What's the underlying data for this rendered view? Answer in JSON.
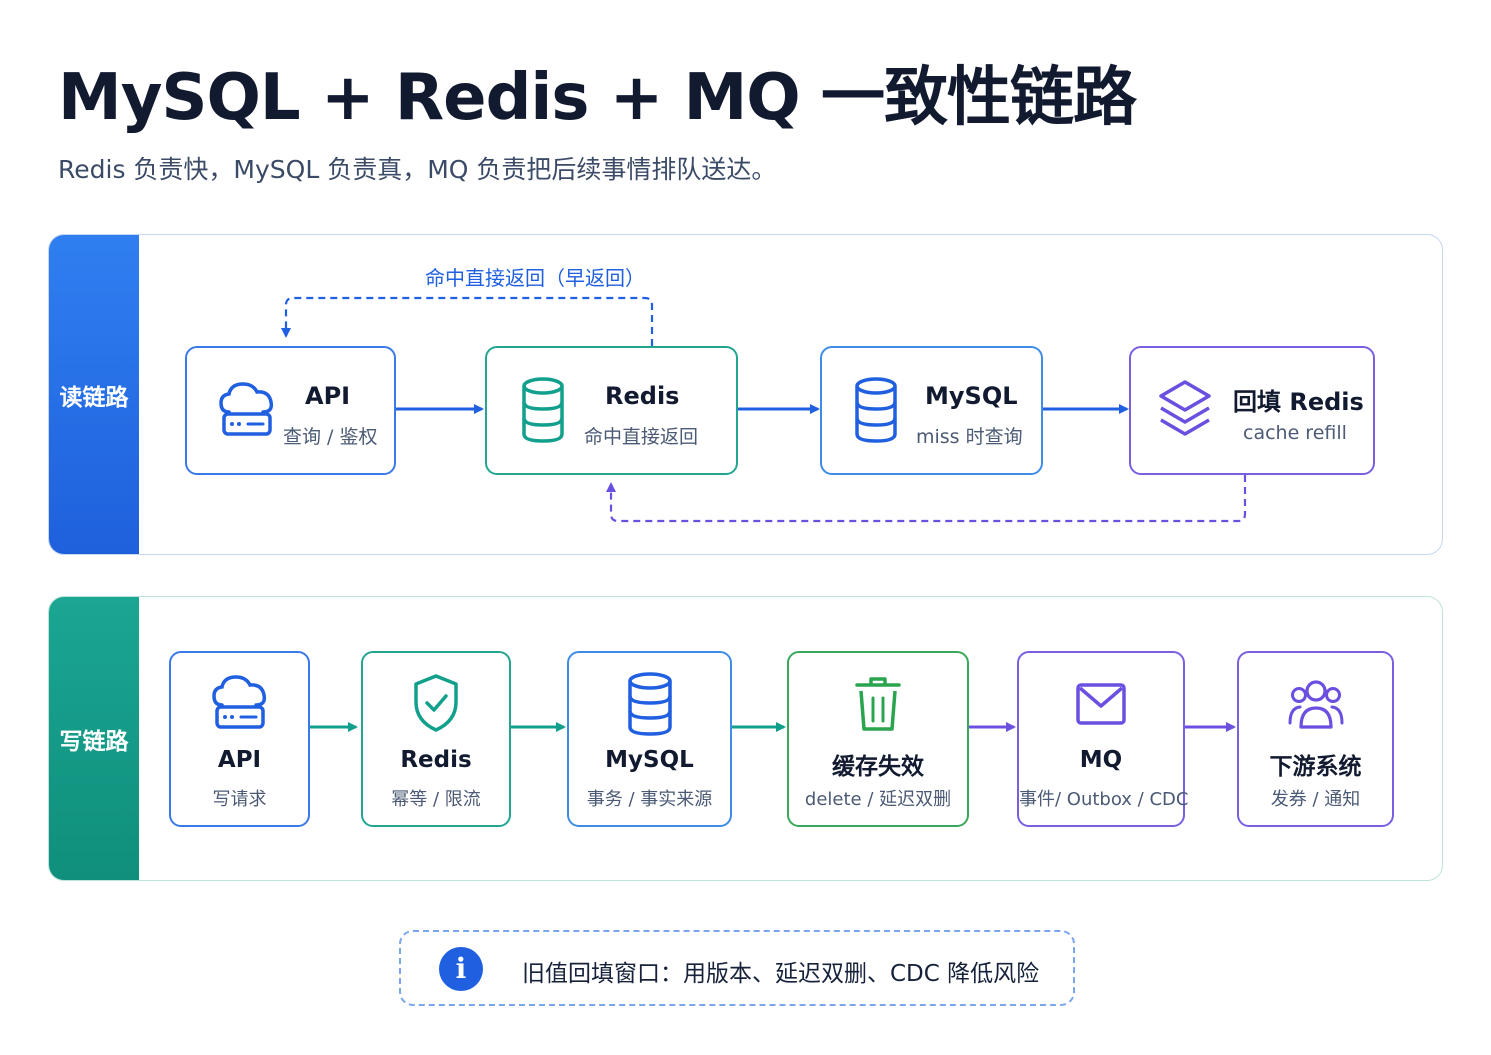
{
  "title": "MySQL + Redis + MQ 一致性链路",
  "subtitle": "Redis 负责快，MySQL 负责真，MQ 负责把后续事情排队送达。",
  "colors": {
    "blue": "#1f5fe0",
    "teal": "#12a08c",
    "green": "#2aa44f",
    "purple": "#6a4fe0"
  },
  "read_path": {
    "label": "读链路",
    "loop_label": "命中直接返回（早返回）",
    "nodes": [
      {
        "title": "API",
        "sub": "查询 / 鉴权",
        "icon": "cloud-server-icon"
      },
      {
        "title": "Redis",
        "sub": "命中直接返回",
        "icon": "database-icon"
      },
      {
        "title": "MySQL",
        "sub": "miss 时查询",
        "icon": "database-icon"
      },
      {
        "title": "回填 Redis",
        "sub": "cache refill",
        "icon": "layers-icon"
      }
    ]
  },
  "write_path": {
    "label": "写链路",
    "nodes": [
      {
        "title": "API",
        "sub": "写请求",
        "icon": "cloud-server-icon"
      },
      {
        "title": "Redis",
        "sub": "幂等 / 限流",
        "icon": "shield-check-icon"
      },
      {
        "title": "MySQL",
        "sub": "事务 / 事实来源",
        "icon": "database-icon"
      },
      {
        "title": "缓存失效",
        "sub": "delete / 延迟双删",
        "icon": "trash-icon"
      },
      {
        "title": "MQ",
        "sub": "事件/ Outbox / CDC",
        "icon": "mail-icon"
      },
      {
        "title": "下游系统",
        "sub": "发券 / 通知",
        "icon": "users-icon"
      }
    ]
  },
  "note": {
    "icon": "info-icon",
    "glyph": "i",
    "text": "旧值回填窗口：用版本、延迟双删、CDC 降低风险"
  }
}
